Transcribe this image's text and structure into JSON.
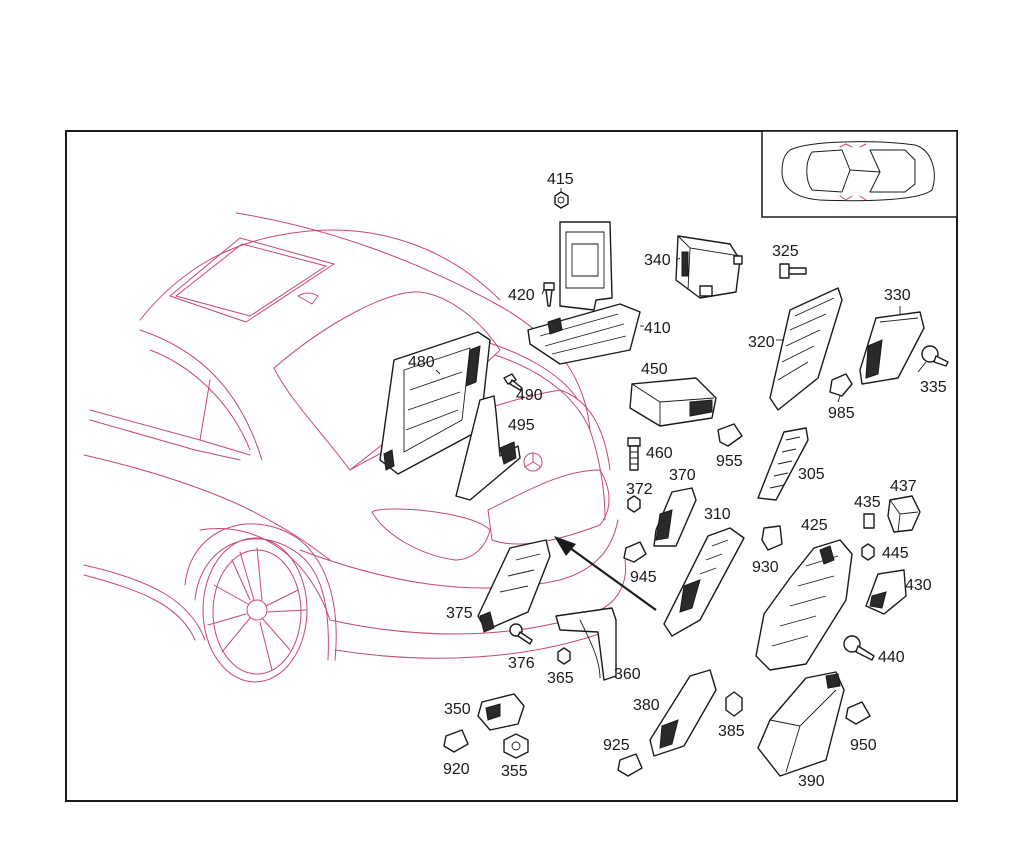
{
  "diagram": {
    "labels": [
      {
        "id": "415",
        "text": "415"
      },
      {
        "id": "420",
        "text": "420"
      },
      {
        "id": "340",
        "text": "340"
      },
      {
        "id": "410",
        "text": "410"
      },
      {
        "id": "325",
        "text": "325"
      },
      {
        "id": "330",
        "text": "330"
      },
      {
        "id": "320",
        "text": "320"
      },
      {
        "id": "335",
        "text": "335"
      },
      {
        "id": "480",
        "text": "480"
      },
      {
        "id": "450",
        "text": "450"
      },
      {
        "id": "490",
        "text": "490"
      },
      {
        "id": "495",
        "text": "495"
      },
      {
        "id": "985",
        "text": "985"
      },
      {
        "id": "460",
        "text": "460"
      },
      {
        "id": "955",
        "text": "955"
      },
      {
        "id": "370",
        "text": "370"
      },
      {
        "id": "305",
        "text": "305"
      },
      {
        "id": "372",
        "text": "372"
      },
      {
        "id": "437",
        "text": "437"
      },
      {
        "id": "435",
        "text": "435"
      },
      {
        "id": "310",
        "text": "310"
      },
      {
        "id": "425",
        "text": "425"
      },
      {
        "id": "930",
        "text": "930"
      },
      {
        "id": "445",
        "text": "445"
      },
      {
        "id": "945",
        "text": "945"
      },
      {
        "id": "430",
        "text": "430"
      },
      {
        "id": "375",
        "text": "375"
      },
      {
        "id": "440",
        "text": "440"
      },
      {
        "id": "376",
        "text": "376"
      },
      {
        "id": "365",
        "text": "365"
      },
      {
        "id": "360",
        "text": "360"
      },
      {
        "id": "350",
        "text": "350"
      },
      {
        "id": "380",
        "text": "380"
      },
      {
        "id": "385",
        "text": "385"
      },
      {
        "id": "950",
        "text": "950"
      },
      {
        "id": "925",
        "text": "925"
      },
      {
        "id": "920",
        "text": "920"
      },
      {
        "id": "355",
        "text": "355"
      },
      {
        "id": "390",
        "text": "390"
      }
    ]
  },
  "colors": {
    "vehicle_outline": "#c8486e",
    "parts": "#1a1a1a",
    "frame": "#1a1a1a",
    "background": "#ffffff"
  }
}
